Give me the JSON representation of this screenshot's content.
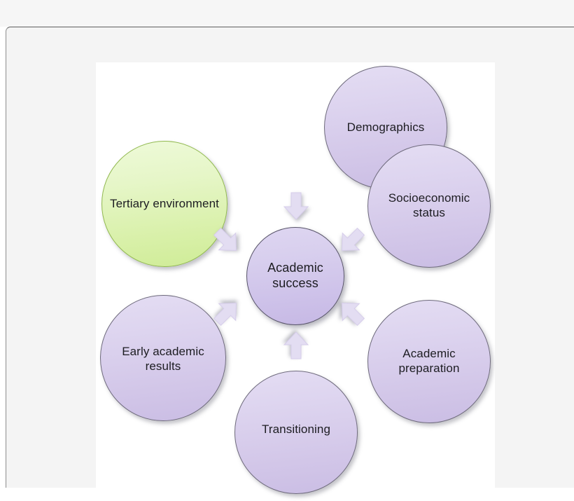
{
  "figure": {
    "center_node": {
      "label": "Academic success",
      "color": "#d2c6e8",
      "shape": "circle"
    },
    "surrounding_nodes": [
      {
        "id": "demographics",
        "label": "Demographics",
        "color": "#d2c6e8",
        "position": "top"
      },
      {
        "id": "socioeconomic",
        "label": "Socioeconomic status",
        "color": "#d2c6e8",
        "position": "upper-right"
      },
      {
        "id": "academic-prep",
        "label": "Academic preparation",
        "color": "#d2c6e8",
        "position": "lower-right"
      },
      {
        "id": "transitioning",
        "label": "Transitioning",
        "color": "#d2c6e8",
        "position": "bottom"
      },
      {
        "id": "early-results",
        "label": "Early academic results",
        "color": "#d2c6e8",
        "position": "lower-left"
      },
      {
        "id": "tertiary",
        "label": "Tertiary environment",
        "color": "#d8f0a8",
        "position": "upper-left"
      }
    ],
    "connectors": [
      {
        "id": "arrow-top",
        "direction": "down",
        "from": "demographics",
        "to": "center"
      },
      {
        "id": "arrow-upper-left",
        "direction": "down-right",
        "from": "tertiary",
        "to": "center"
      },
      {
        "id": "arrow-upper-right",
        "direction": "down-left",
        "from": "socioeconomic",
        "to": "center"
      },
      {
        "id": "arrow-lower-left",
        "direction": "up-right",
        "from": "early-results",
        "to": "center"
      },
      {
        "id": "arrow-lower-right",
        "direction": "up-left",
        "from": "academic-prep",
        "to": "center"
      },
      {
        "id": "arrow-bottom",
        "direction": "up",
        "from": "transitioning",
        "to": "center"
      }
    ],
    "accent_colors": {
      "purple_fill": "#d2c6e8",
      "purple_border": "#6e6a7c",
      "green_fill": "#d8f0a8",
      "green_border": "#91b94f",
      "arrow_fill": "#e3ddf2",
      "canvas_background": "#ffffff",
      "page_background": "#f4f4f4"
    }
  }
}
